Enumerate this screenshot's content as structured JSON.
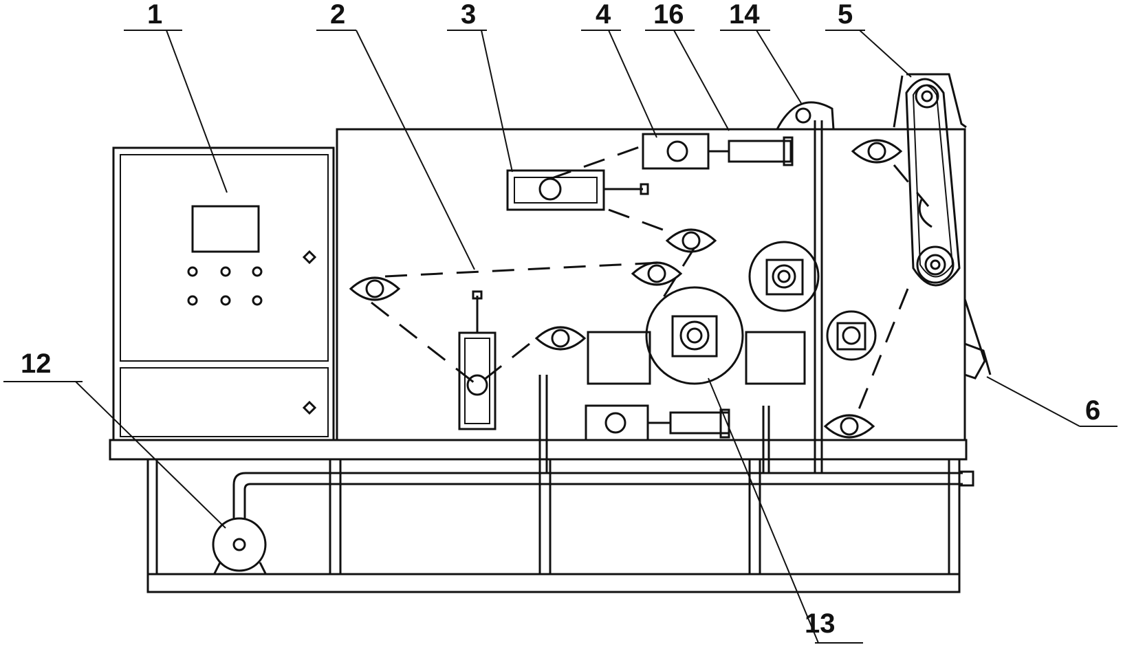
{
  "labels": {
    "l1": "1",
    "l2": "2",
    "l3": "3",
    "l4": "4",
    "l5": "5",
    "l6": "6",
    "l12": "12",
    "l13": "13",
    "l14": "14",
    "l16": "16"
  }
}
